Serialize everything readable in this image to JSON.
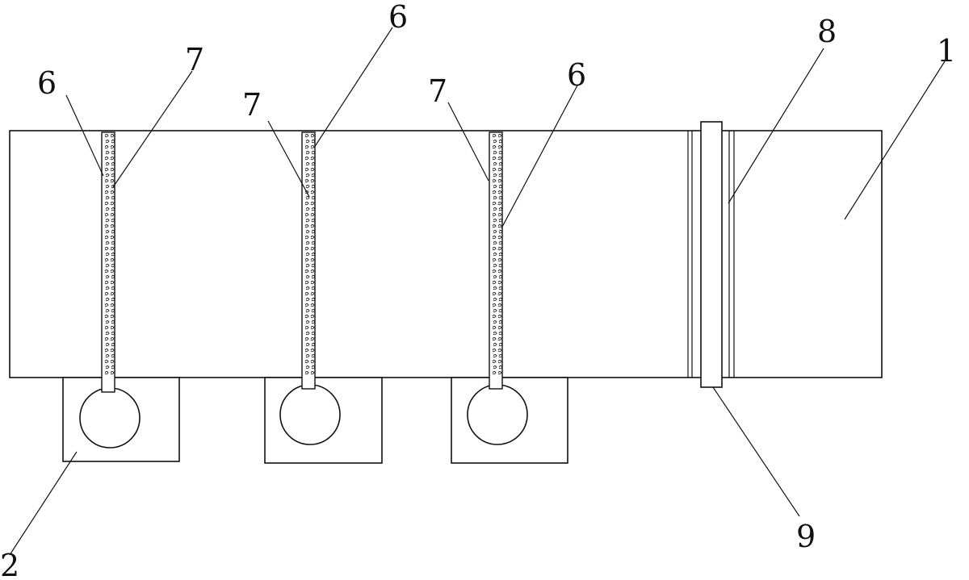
{
  "diagram": {
    "labels": {
      "l1": "1",
      "l2": "2",
      "l6a": "6",
      "l7a": "7",
      "l6b": "6",
      "l7b": "7",
      "l7c": "7",
      "l6c": "6",
      "l8": "8",
      "l9": "9"
    }
  }
}
